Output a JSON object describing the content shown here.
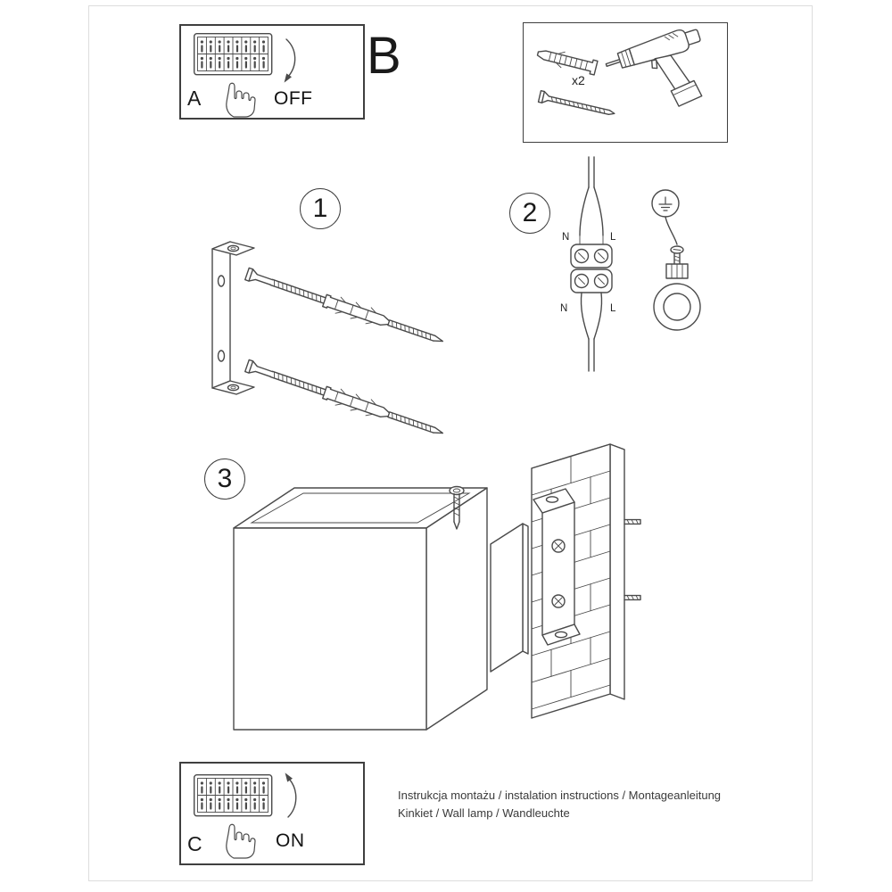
{
  "panel_a": {
    "letter": "A",
    "switch_state": "OFF"
  },
  "section_b": {
    "letter": "B"
  },
  "tools": {
    "anchor_quantity": "x2"
  },
  "step_1": {
    "number": "1"
  },
  "step_2": {
    "number": "2",
    "labels": {
      "top_n": "N",
      "top_l": "L",
      "bottom_n": "N",
      "bottom_l": "L"
    }
  },
  "step_3": {
    "number": "3"
  },
  "panel_c": {
    "letter": "C",
    "switch_state": "ON"
  },
  "footer": {
    "line1": "Instrukcja montażu / instalation instructions / Montageanleitung",
    "line2": "Kinkiet / Wall lamp / Wandleuchte"
  },
  "colors": {
    "line": "#4a4a4a",
    "panel_border": "#3f3f3f"
  }
}
